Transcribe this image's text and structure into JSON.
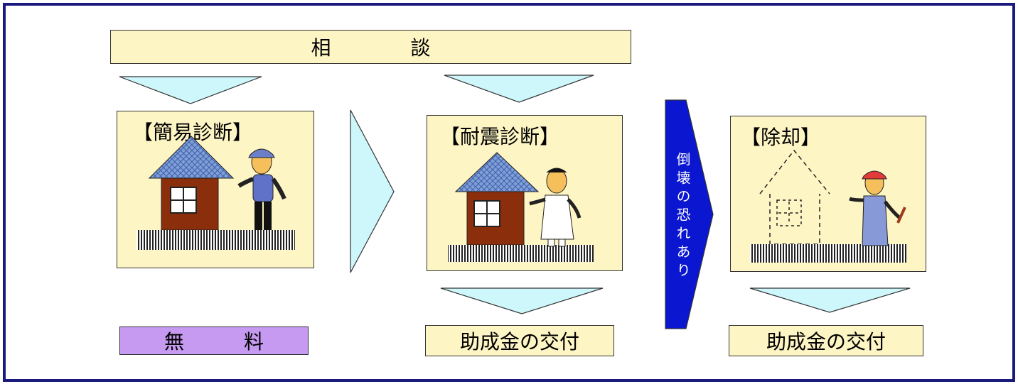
{
  "consultation": {
    "label": "相　　　　談"
  },
  "panels": [
    {
      "title": "【簡易診断】"
    },
    {
      "title": "【耐震診断】"
    },
    {
      "title": "【除却】"
    }
  ],
  "bottom": {
    "free": "無　　　料",
    "subsidy1": "助成金の交付",
    "subsidy2": "助成金の交付"
  },
  "collapse_arrow": {
    "label": "倒壊の恐れあり"
  },
  "colors": {
    "frame": "#1a1a7e",
    "box_fill": "#fef5c4",
    "arrow_fill": "#cdf7fb",
    "free_fill": "#c59af0",
    "collapse_fill": "#0a16d0",
    "roof": "#7f9fd8",
    "house_wall": "#8b2e0c"
  }
}
